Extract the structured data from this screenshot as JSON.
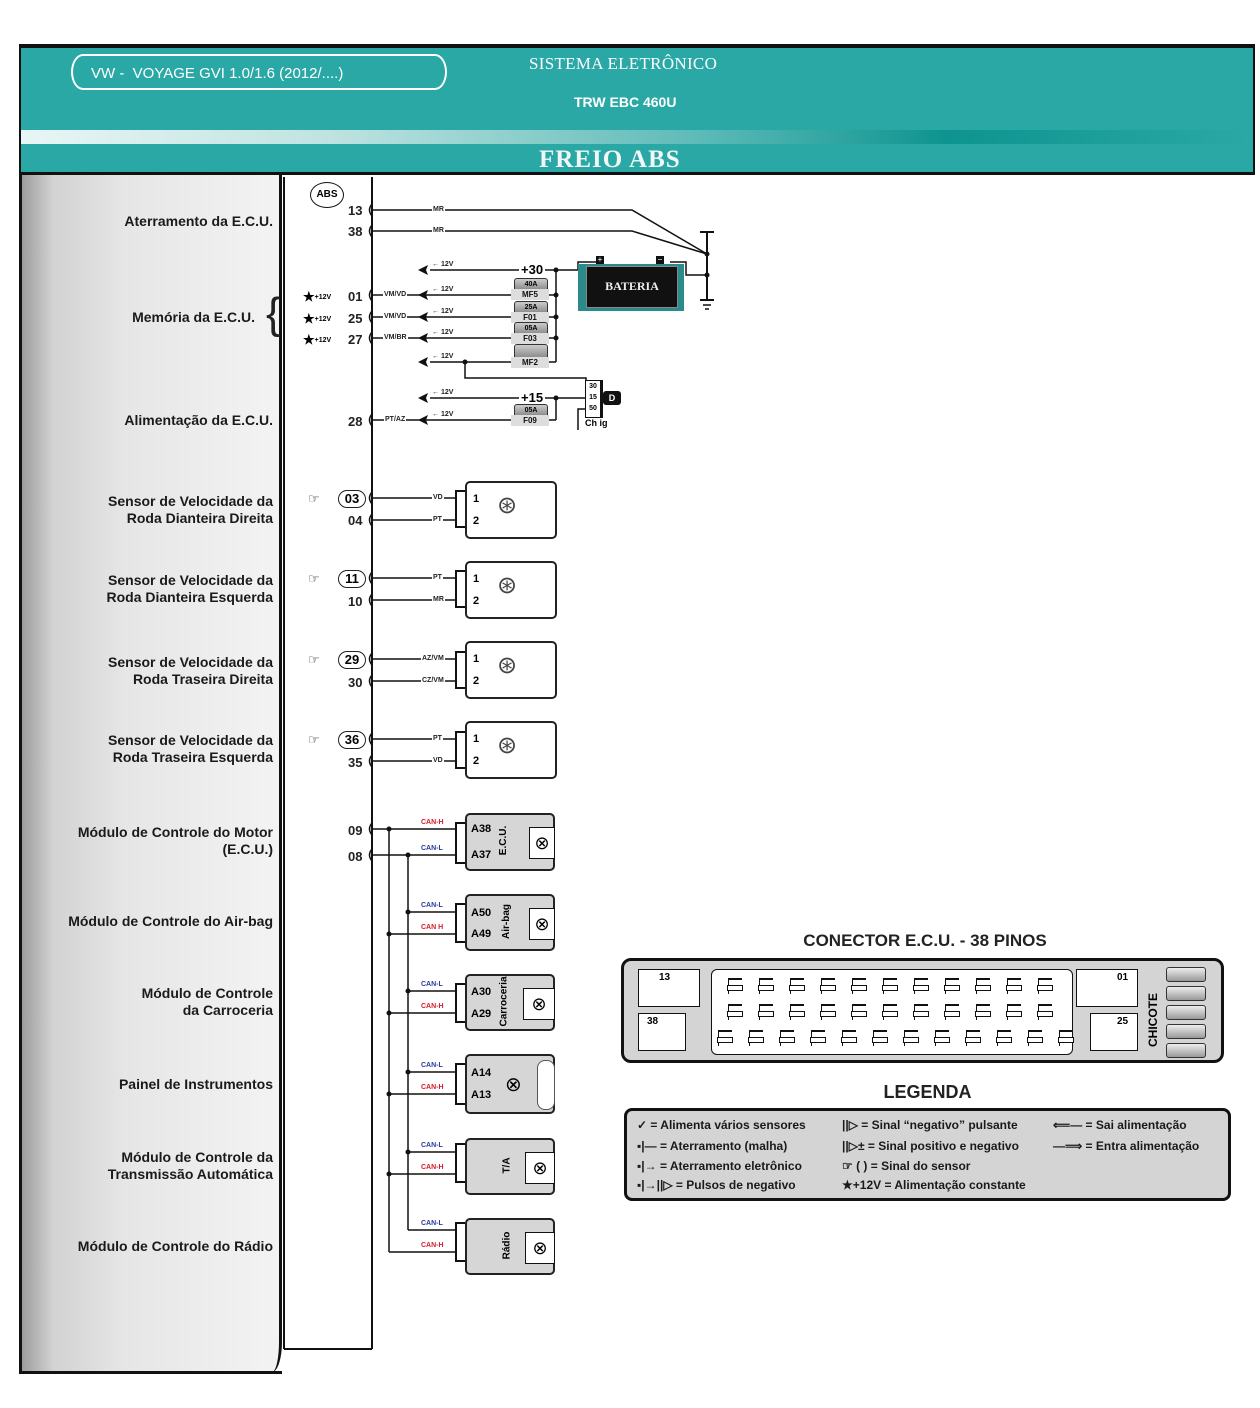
{
  "header": {
    "model": "VW -  VOYAGE GVI 1.0/1.6 (2012/....)",
    "system_title": "SISTEMA ELETRÔNICO",
    "system_name": "TRW EBC 460U",
    "section_title": "FREIO ABS",
    "colors": {
      "teal": "#2aa8a6",
      "border": "#111111"
    }
  },
  "sidebar": {
    "labels": [
      {
        "text": "Aterramento da E.C.U."
      },
      {
        "text": "Memória da E.C.U."
      },
      {
        "text": "Alimentação da E.C.U."
      },
      {
        "line1": "Sensor de Velocidade da",
        "line2": "Roda Dianteira Direita"
      },
      {
        "line1": "Sensor de Velocidade da",
        "line2": "Roda Dianteira Esquerda"
      },
      {
        "line1": "Sensor de Velocidade da",
        "line2": "Roda Traseira Direita"
      },
      {
        "line1": "Sensor de Velocidade da",
        "line2": "Roda Traseira Esquerda"
      },
      {
        "line1": "Módulo de Controle do Motor",
        "line2": "(E.C.U.)"
      },
      {
        "text": "Módulo de Controle do Air-bag"
      },
      {
        "line1": "Módulo de Controle",
        "line2": "da Carroceria"
      },
      {
        "text": "Painel de Instrumentos"
      },
      {
        "line1": "Módulo de Controle da",
        "line2": "Transmissão Automática"
      },
      {
        "text": "Módulo de Controle do Rádio"
      }
    ]
  },
  "ecu_icon": "ABS",
  "pins": {
    "ground": [
      {
        "pin": "13",
        "wire": "MR"
      },
      {
        "pin": "38",
        "wire": "MR"
      }
    ],
    "memory": [
      {
        "pin": "01",
        "wire": "VM/VD",
        "note": "+12V"
      },
      {
        "pin": "25",
        "wire": "VM/VD",
        "note": "+12V"
      },
      {
        "pin": "27",
        "wire": "VM/BR",
        "note": "+12V"
      }
    ],
    "power": [
      {
        "pin": "28",
        "wire": "PT/AZ"
      }
    ],
    "sensors": [
      {
        "signal_pin": "03",
        "other_pin": "04",
        "wire1": "VD",
        "wire2": "PT"
      },
      {
        "signal_pin": "11",
        "other_pin": "10",
        "wire1": "PT",
        "wire2": "MR"
      },
      {
        "signal_pin": "29",
        "other_pin": "30",
        "wire1": "AZ/VM",
        "wire2": "CZ/VM"
      },
      {
        "signal_pin": "36",
        "other_pin": "35",
        "wire1": "PT",
        "wire2": "VD"
      }
    ],
    "sensor_terminals": [
      "1",
      "2"
    ],
    "can": [
      {
        "pin": "09"
      },
      {
        "pin": "08"
      }
    ]
  },
  "power_circuit": {
    "volt_label": "12V",
    "plus30": "+30",
    "plus15": "+15",
    "battery": "BATERIA",
    "fuses": [
      {
        "rating": "40A",
        "name": "MF5"
      },
      {
        "rating": "25A",
        "name": "F01"
      },
      {
        "rating": "05A",
        "name": "F03"
      },
      {
        "rating": "",
        "name": "MF2"
      },
      {
        "rating": "05A",
        "name": "F09"
      }
    ],
    "ignition": {
      "label": "Ch ig",
      "terminals": [
        "30",
        "15",
        "50"
      ]
    }
  },
  "modules": [
    {
      "name": "E.C.U.",
      "pins": [
        "A38",
        "A37"
      ],
      "can": [
        "CAN-H",
        "CAN-L"
      ]
    },
    {
      "name": "Air-bag",
      "pins": [
        "A50",
        "A49"
      ],
      "can": [
        "CAN-L",
        "CAN H"
      ]
    },
    {
      "name": "Carroceria",
      "pins": [
        "A30",
        "A29"
      ],
      "can": [
        "CAN-L",
        "CAN-H"
      ]
    },
    {
      "name": "",
      "pins": [
        "A14",
        "A13"
      ],
      "can": [
        "CAN-L",
        "CAN-H"
      ]
    },
    {
      "name": "T/A",
      "pins": [
        "",
        ""
      ],
      "can": [
        "CAN-L",
        "CAN-H"
      ]
    },
    {
      "name": "Rádio",
      "pins": [
        "",
        ""
      ],
      "can": [
        "CAN-L",
        "CAN-H"
      ]
    }
  ],
  "connector": {
    "title": "CONECTOR E.C.U. - 38 PINOS",
    "corner_pins": [
      "13",
      "38",
      "01",
      "25"
    ],
    "harness_label": "CHICOTE"
  },
  "legend": {
    "title": "LEGENDA",
    "items": [
      {
        "symbol": "✓",
        "text": "= Alimenta vários sensores"
      },
      {
        "symbol": "||▷",
        "text": "= Sinal “negativo” pulsante"
      },
      {
        "symbol": "⟸—",
        "text": "= Sai alimentação"
      },
      {
        "symbol": "▪|—",
        "text": "= Aterramento (malha)"
      },
      {
        "symbol": "||▷±",
        "text": "= Sinal positivo e negativo"
      },
      {
        "symbol": "—⟹",
        "text": "= Entra alimentação"
      },
      {
        "symbol": "▪|→",
        "text": "= Aterramento eletrônico"
      },
      {
        "symbol": "☞ ( )",
        "text": "= Sinal do sensor"
      },
      {
        "symbol": "▪|→||▷",
        "text": "= Pulsos de negativo"
      },
      {
        "symbol": "★+12V",
        "text": "= Alimentação constante"
      }
    ]
  }
}
